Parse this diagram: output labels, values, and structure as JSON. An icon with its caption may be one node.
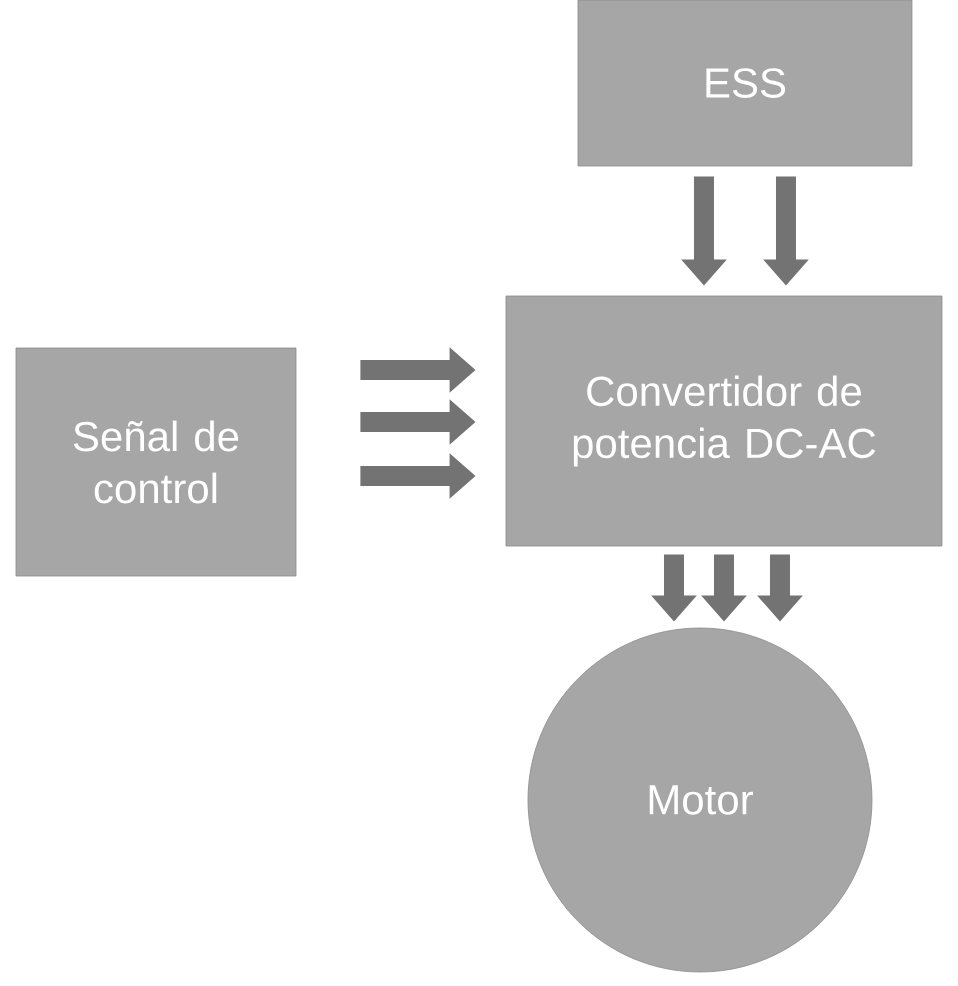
{
  "diagram": {
    "nodes": [
      {
        "text": [
          "ESS"
        ]
      },
      {
        "text": [
          "Señal de control"
        ]
      },
      {
        "text": [
          "Convertidor de potencia DC-AC"
        ]
      },
      {
        "text": [
          "Motor"
        ]
      }
    ],
    "edges": [
      {
        "from": 0,
        "to": 2,
        "arrow": "to"
      },
      {
        "from": 0,
        "to": 2,
        "arrow": "to"
      },
      {
        "from": 1,
        "to": 2,
        "arrow": "to"
      },
      {
        "from": 1,
        "to": 2,
        "arrow": "to"
      },
      {
        "from": 1,
        "to": 2,
        "arrow": "to"
      },
      {
        "from": 2,
        "to": 3,
        "arrow": "to"
      },
      {
        "from": 2,
        "to": 3,
        "arrow": "to"
      },
      {
        "from": 2,
        "to": 3,
        "arrow": "to"
      }
    ]
  }
}
